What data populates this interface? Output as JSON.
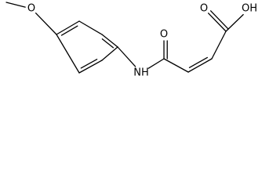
{
  "molecule": {
    "atoms": [
      {
        "id": "ch3",
        "symbol": ""
      },
      {
        "id": "o_methoxy",
        "symbol": "O"
      },
      {
        "id": "c_ar1",
        "symbol": ""
      },
      {
        "id": "c_ar2",
        "symbol": ""
      },
      {
        "id": "c_ar3",
        "symbol": ""
      },
      {
        "id": "c_ar4",
        "symbol": ""
      },
      {
        "id": "c_ar5",
        "symbol": ""
      },
      {
        "id": "c_ar6",
        "symbol": ""
      },
      {
        "id": "n_amide",
        "symbol": "NH"
      },
      {
        "id": "c_amide",
        "symbol": ""
      },
      {
        "id": "o_amide",
        "symbol": "O"
      },
      {
        "id": "c_alkene1",
        "symbol": ""
      },
      {
        "id": "c_alkene2",
        "symbol": ""
      },
      {
        "id": "c_acid",
        "symbol": ""
      },
      {
        "id": "o_acid_dbl",
        "symbol": "O"
      },
      {
        "id": "o_acid_oh",
        "symbol": "OH"
      }
    ],
    "bonds": [
      {
        "a": "ch3",
        "b": "o_methoxy",
        "order": 1
      },
      {
        "a": "o_methoxy",
        "b": "c_ar1",
        "order": 1
      },
      {
        "a": "c_ar1",
        "b": "c_ar2",
        "order": 2
      },
      {
        "a": "c_ar2",
        "b": "c_ar3",
        "order": 1
      },
      {
        "a": "c_ar3",
        "b": "c_ar4",
        "order": 2
      },
      {
        "a": "c_ar4",
        "b": "c_ar5",
        "order": 1
      },
      {
        "a": "c_ar5",
        "b": "c_ar6",
        "order": 2
      },
      {
        "a": "c_ar6",
        "b": "c_ar1",
        "order": 1
      },
      {
        "a": "c_ar4",
        "b": "n_amide",
        "order": 1
      },
      {
        "a": "n_amide",
        "b": "c_amide",
        "order": 1
      },
      {
        "a": "c_amide",
        "b": "o_amide",
        "order": 2
      },
      {
        "a": "c_amide",
        "b": "c_alkene1",
        "order": 1
      },
      {
        "a": "c_alkene1",
        "b": "c_alkene2",
        "order": 2
      },
      {
        "a": "c_alkene2",
        "b": "c_acid",
        "order": 1
      },
      {
        "a": "c_acid",
        "b": "o_acid_dbl",
        "order": 2
      },
      {
        "a": "c_acid",
        "b": "o_acid_oh",
        "order": 1
      }
    ]
  }
}
